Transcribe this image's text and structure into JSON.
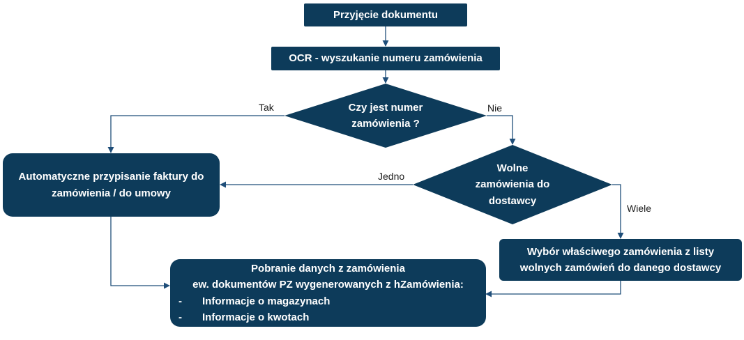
{
  "nodes": {
    "start": "Przyjęcie dokumentu",
    "ocr": "OCR  - wyszukanie numeru zamówienia",
    "decision1": [
      "Czy jest numer",
      "zamówienia ?"
    ],
    "auto_assign": [
      "Automatyczne przypisanie faktury do",
      "zamówienia / do umowy"
    ],
    "decision2": [
      "Wolne",
      "zamówienia do",
      "dostawcy"
    ],
    "select": [
      "Wybór właściwego zamówienia z listy",
      "wolnych zamówień do danego dostawcy"
    ],
    "fetch": {
      "lines": [
        "Pobranie danych z zamówienia",
        "ew. dokumentów PZ wygenerowanych z hZamówienia:"
      ],
      "items": [
        {
          "bullet": "-",
          "text": "Informacje o magazynach"
        },
        {
          "bullet": "-",
          "text": "Informacje o kwotach"
        }
      ]
    }
  },
  "edges": {
    "yes": "Tak",
    "no": "Nie",
    "one": "Jedno",
    "many": "Wiele"
  },
  "colors": {
    "node": "#0d3b5a",
    "line": "#1f4e79"
  }
}
